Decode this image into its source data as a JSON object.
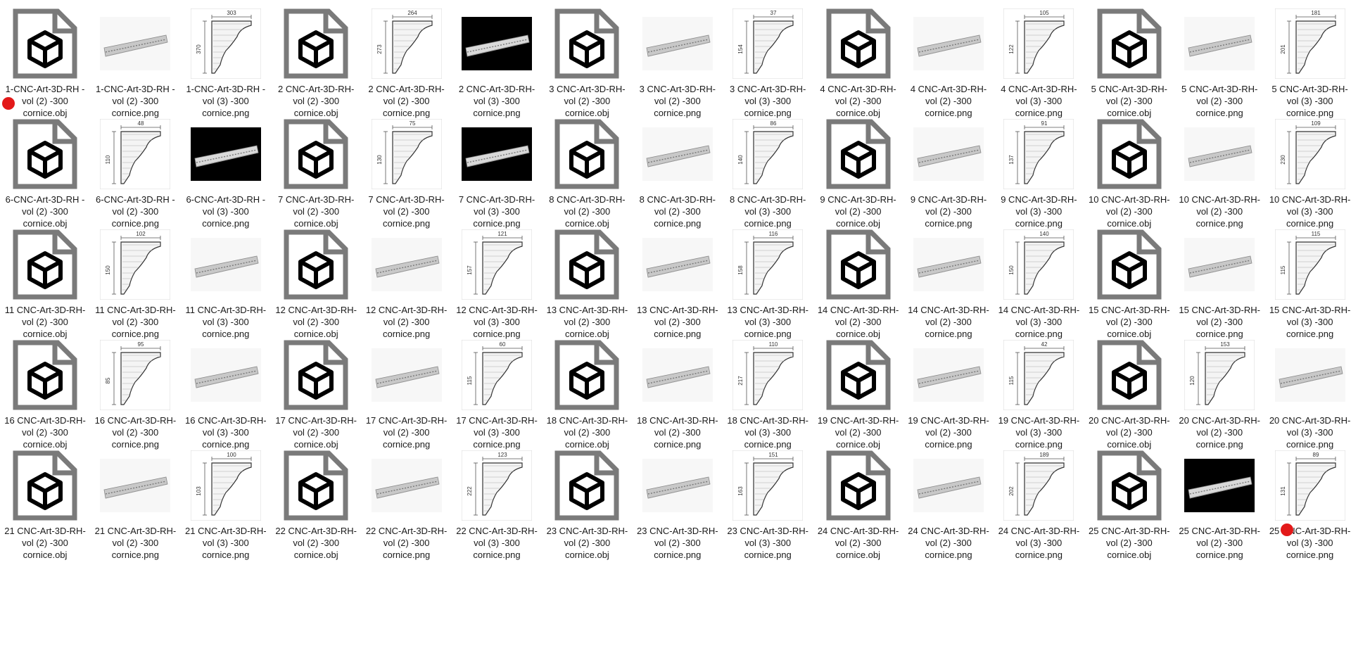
{
  "files": [
    {
      "row": 0,
      "col": 0,
      "type": "obj",
      "label": "1-CNC-Art-3D-RH - vol (2) -300 cornice.obj",
      "selected": true
    },
    {
      "row": 0,
      "col": 1,
      "type": "photo",
      "label": "1-CNC-Art-3D-RH - vol (2) -300 cornice.png"
    },
    {
      "row": 0,
      "col": 2,
      "type": "drawing",
      "label": "1-CNC-Art-3D-RH - vol (3) -300 cornice.png",
      "dims": [
        "303",
        "370"
      ]
    },
    {
      "row": 0,
      "col": 3,
      "type": "obj",
      "label": "2 CNC-Art-3D-RH- vol (2) -300 cornice.obj"
    },
    {
      "row": 0,
      "col": 4,
      "type": "drawing",
      "label": "2 CNC-Art-3D-RH- vol (2) -300 cornice.png",
      "dims": [
        "264",
        "273"
      ]
    },
    {
      "row": 0,
      "col": 5,
      "type": "dark",
      "label": "2 CNC-Art-3D-RH- vol (3) -300 cornice.png"
    },
    {
      "row": 0,
      "col": 6,
      "type": "obj",
      "label": "3 CNC-Art-3D-RH- vol (2) -300 cornice.obj"
    },
    {
      "row": 0,
      "col": 7,
      "type": "photo",
      "label": "3 CNC-Art-3D-RH- vol (2) -300 cornice.png"
    },
    {
      "row": 0,
      "col": 8,
      "type": "drawing",
      "label": "3 CNC-Art-3D-RH- vol (3) -300 cornice.png",
      "dims": [
        "37",
        "154"
      ]
    },
    {
      "row": 0,
      "col": 9,
      "type": "obj",
      "label": "4 CNC-Art-3D-RH- vol (2) -300 cornice.obj"
    },
    {
      "row": 0,
      "col": 10,
      "type": "photo",
      "label": "4 CNC-Art-3D-RH- vol (2) -300 cornice.png"
    },
    {
      "row": 0,
      "col": 11,
      "type": "drawing",
      "label": "4 CNC-Art-3D-RH- vol (3) -300 cornice.png",
      "dims": [
        "105",
        "122"
      ]
    },
    {
      "row": 0,
      "col": 12,
      "type": "obj",
      "label": "5 CNC-Art-3D-RH- vol (2) -300 cornice.obj"
    },
    {
      "row": 0,
      "col": 13,
      "type": "photo",
      "label": "5 CNC-Art-3D-RH- vol (2) -300 cornice.png"
    },
    {
      "row": 0,
      "col": 14,
      "type": "drawing",
      "label": "5 CNC-Art-3D-RH- vol (3) -300 cornice.png",
      "dims": [
        "181",
        "201"
      ]
    },
    {
      "row": 1,
      "col": 0,
      "type": "obj",
      "label": "6-CNC-Art-3D-RH - vol (2) -300 cornice.obj"
    },
    {
      "row": 1,
      "col": 1,
      "type": "drawing",
      "label": "6-CNC-Art-3D-RH - vol (2) -300 cornice.png",
      "dims": [
        "48",
        "110"
      ]
    },
    {
      "row": 1,
      "col": 2,
      "type": "dark",
      "label": "6-CNC-Art-3D-RH - vol (3) -300 cornice.png"
    },
    {
      "row": 1,
      "col": 3,
      "type": "obj",
      "label": "7 CNC-Art-3D-RH- vol (2) -300 cornice.obj"
    },
    {
      "row": 1,
      "col": 4,
      "type": "drawing",
      "label": "7 CNC-Art-3D-RH- vol (2) -300 cornice.png",
      "dims": [
        "75",
        "130"
      ]
    },
    {
      "row": 1,
      "col": 5,
      "type": "dark",
      "label": "7 CNC-Art-3D-RH- vol (3) -300 cornice.png"
    },
    {
      "row": 1,
      "col": 6,
      "type": "obj",
      "label": "8 CNC-Art-3D-RH- vol (2) -300 cornice.obj"
    },
    {
      "row": 1,
      "col": 7,
      "type": "photo",
      "label": "8 CNC-Art-3D-RH- vol (2) -300 cornice.png"
    },
    {
      "row": 1,
      "col": 8,
      "type": "drawing",
      "label": "8 CNC-Art-3D-RH- vol (3) -300 cornice.png",
      "dims": [
        "86",
        "140"
      ]
    },
    {
      "row": 1,
      "col": 9,
      "type": "obj",
      "label": "9 CNC-Art-3D-RH- vol (2) -300 cornice.obj"
    },
    {
      "row": 1,
      "col": 10,
      "type": "photo",
      "label": "9 CNC-Art-3D-RH- vol (2) -300 cornice.png"
    },
    {
      "row": 1,
      "col": 11,
      "type": "drawing",
      "label": "9 CNC-Art-3D-RH- vol (3) -300 cornice.png",
      "dims": [
        "91",
        "137"
      ]
    },
    {
      "row": 1,
      "col": 12,
      "type": "obj",
      "label": "10 CNC-Art-3D-RH- vol (2) -300 cornice.obj"
    },
    {
      "row": 1,
      "col": 13,
      "type": "photo",
      "label": "10 CNC-Art-3D-RH- vol (2) -300 cornice.png"
    },
    {
      "row": 1,
      "col": 14,
      "type": "drawing",
      "label": "10 CNC-Art-3D-RH- vol (3) -300 cornice.png",
      "dims": [
        "109",
        "230"
      ]
    },
    {
      "row": 2,
      "col": 0,
      "type": "obj",
      "label": "11 CNC-Art-3D-RH- vol (2) -300 cornice.obj"
    },
    {
      "row": 2,
      "col": 1,
      "type": "drawing",
      "label": "11 CNC-Art-3D-RH- vol (2) -300 cornice.png",
      "dims": [
        "102",
        "150"
      ]
    },
    {
      "row": 2,
      "col": 2,
      "type": "photo",
      "label": "11 CNC-Art-3D-RH- vol (3) -300 cornice.png"
    },
    {
      "row": 2,
      "col": 3,
      "type": "obj",
      "label": "12 CNC-Art-3D-RH- vol (2) -300 cornice.obj"
    },
    {
      "row": 2,
      "col": 4,
      "type": "photo",
      "label": "12 CNC-Art-3D-RH- vol (2) -300 cornice.png"
    },
    {
      "row": 2,
      "col": 5,
      "type": "drawing",
      "label": "12 CNC-Art-3D-RH- vol (3) -300 cornice.png",
      "dims": [
        "121",
        "157"
      ]
    },
    {
      "row": 2,
      "col": 6,
      "type": "obj",
      "label": "13 CNC-Art-3D-RH- vol (2) -300 cornice.obj"
    },
    {
      "row": 2,
      "col": 7,
      "type": "photo",
      "label": "13 CNC-Art-3D-RH- vol (2) -300 cornice.png"
    },
    {
      "row": 2,
      "col": 8,
      "type": "drawing",
      "label": "13 CNC-Art-3D-RH- vol (3) -300 cornice.png",
      "dims": [
        "116",
        "158"
      ]
    },
    {
      "row": 2,
      "col": 9,
      "type": "obj",
      "label": "14 CNC-Art-3D-RH- vol (2) -300 cornice.obj"
    },
    {
      "row": 2,
      "col": 10,
      "type": "photo",
      "label": "14 CNC-Art-3D-RH- vol (2) -300 cornice.png"
    },
    {
      "row": 2,
      "col": 11,
      "type": "drawing",
      "label": "14 CNC-Art-3D-RH- vol (3) -300 cornice.png",
      "dims": [
        "140",
        "150"
      ]
    },
    {
      "row": 2,
      "col": 12,
      "type": "obj",
      "label": "15 CNC-Art-3D-RH- vol (2) -300 cornice.obj"
    },
    {
      "row": 2,
      "col": 13,
      "type": "photo",
      "label": "15 CNC-Art-3D-RH- vol (2) -300 cornice.png"
    },
    {
      "row": 2,
      "col": 14,
      "type": "drawing",
      "label": "15 CNC-Art-3D-RH- vol (3) -300 cornice.png",
      "dims": [
        "115",
        "115"
      ]
    },
    {
      "row": 3,
      "col": 0,
      "type": "obj",
      "label": "16 CNC-Art-3D-RH- vol (2) -300 cornice.obj"
    },
    {
      "row": 3,
      "col": 1,
      "type": "drawing",
      "label": "16 CNC-Art-3D-RH- vol (2) -300 cornice.png",
      "dims": [
        "95",
        "85"
      ]
    },
    {
      "row": 3,
      "col": 2,
      "type": "photo",
      "label": "16 CNC-Art-3D-RH- vol (3) -300 cornice.png"
    },
    {
      "row": 3,
      "col": 3,
      "type": "obj",
      "label": "17 CNC-Art-3D-RH- vol (2) -300 cornice.obj"
    },
    {
      "row": 3,
      "col": 4,
      "type": "photo",
      "label": "17 CNC-Art-3D-RH- vol (2) -300 cornice.png"
    },
    {
      "row": 3,
      "col": 5,
      "type": "drawing",
      "label": "17 CNC-Art-3D-RH- vol (3) -300 cornice.png",
      "dims": [
        "60",
        "115"
      ]
    },
    {
      "row": 3,
      "col": 6,
      "type": "obj",
      "label": "18 CNC-Art-3D-RH- vol (2) -300 cornice.obj"
    },
    {
      "row": 3,
      "col": 7,
      "type": "photo",
      "label": "18 CNC-Art-3D-RH- vol (2) -300 cornice.png"
    },
    {
      "row": 3,
      "col": 8,
      "type": "drawing",
      "label": "18 CNC-Art-3D-RH- vol (3) -300 cornice.png",
      "dims": [
        "110",
        "217"
      ]
    },
    {
      "row": 3,
      "col": 9,
      "type": "obj",
      "label": "19 CNC-Art-3D-RH- vol (2) -300 cornice.obj"
    },
    {
      "row": 3,
      "col": 10,
      "type": "photo",
      "label": "19 CNC-Art-3D-RH- vol (2) -300 cornice.png"
    },
    {
      "row": 3,
      "col": 11,
      "type": "drawing",
      "label": "19 CNC-Art-3D-RH- vol (3) -300 cornice.png",
      "dims": [
        "42",
        "115"
      ]
    },
    {
      "row": 3,
      "col": 12,
      "type": "obj",
      "label": "20 CNC-Art-3D-RH- vol (2) -300 cornice.obj"
    },
    {
      "row": 3,
      "col": 13,
      "type": "drawing",
      "label": "20 CNC-Art-3D-RH- vol (2) -300 cornice.png",
      "dims": [
        "153",
        "120"
      ]
    },
    {
      "row": 3,
      "col": 14,
      "type": "photo",
      "label": "20 CNC-Art-3D-RH- vol (3) -300 cornice.png"
    },
    {
      "row": 4,
      "col": 0,
      "type": "obj",
      "label": "21 CNC-Art-3D-RH- vol (2) -300 cornice.obj"
    },
    {
      "row": 4,
      "col": 1,
      "type": "photo",
      "label": "21 CNC-Art-3D-RH- vol (2) -300 cornice.png"
    },
    {
      "row": 4,
      "col": 2,
      "type": "drawing",
      "label": "21 CNC-Art-3D-RH- vol (3) -300 cornice.png",
      "dims": [
        "100",
        "103"
      ]
    },
    {
      "row": 4,
      "col": 3,
      "type": "obj",
      "label": "22 CNC-Art-3D-RH- vol (2) -300 cornice.obj"
    },
    {
      "row": 4,
      "col": 4,
      "type": "photo",
      "label": "22 CNC-Art-3D-RH- vol (2) -300 cornice.png"
    },
    {
      "row": 4,
      "col": 5,
      "type": "drawing",
      "label": "22 CNC-Art-3D-RH- vol (3) -300 cornice.png",
      "dims": [
        "123",
        "222"
      ]
    },
    {
      "row": 4,
      "col": 6,
      "type": "obj",
      "label": "23 CNC-Art-3D-RH- vol (2) -300 cornice.obj"
    },
    {
      "row": 4,
      "col": 7,
      "type": "photo",
      "label": "23 CNC-Art-3D-RH- vol (2) -300 cornice.png"
    },
    {
      "row": 4,
      "col": 8,
      "type": "drawing",
      "label": "23 CNC-Art-3D-RH- vol (3) -300 cornice.png",
      "dims": [
        "151",
        "163"
      ]
    },
    {
      "row": 4,
      "col": 9,
      "type": "obj",
      "label": "24 CNC-Art-3D-RH- vol (2) -300 cornice.obj"
    },
    {
      "row": 4,
      "col": 10,
      "type": "photo",
      "label": "24 CNC-Art-3D-RH- vol (2) -300 cornice.png"
    },
    {
      "row": 4,
      "col": 11,
      "type": "drawing",
      "label": "24 CNC-Art-3D-RH- vol (3) -300 cornice.png",
      "dims": [
        "189",
        "202"
      ]
    },
    {
      "row": 4,
      "col": 12,
      "type": "obj",
      "label": "25 CNC-Art-3D-RH- vol (2) -300 cornice.obj"
    },
    {
      "row": 4,
      "col": 13,
      "type": "dark",
      "label": "25 CNC-Art-3D-RH- vol (2) -300 cornice.png"
    },
    {
      "row": 4,
      "col": 14,
      "type": "drawing",
      "label": "25 CNC-Art-3D-RH- vol (3) -300 cornice.png",
      "dims": [
        "89",
        "131"
      ],
      "selected": true
    }
  ],
  "icons": {
    "obj": "3d-object-file-icon",
    "photo": "cornice-photo-thumbnail",
    "drawing": "cornice-profile-drawing-thumbnail",
    "dark": "cornice-dark-photo-thumbnail"
  },
  "colors": {
    "obj_icon": "#7a7a7a",
    "obj_cube": "#000000",
    "marker": "#e31919",
    "text": "#1a1a1a"
  }
}
